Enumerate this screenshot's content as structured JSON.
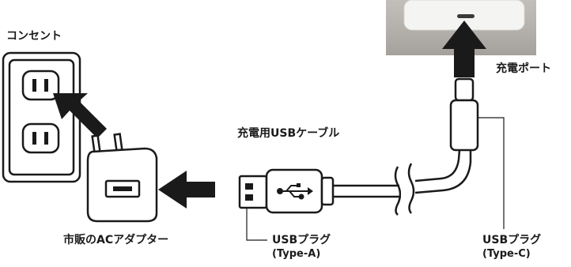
{
  "labels": {
    "outlet": "コンセント",
    "charge_port": "充電ポート",
    "cable": "充電用USBケーブル",
    "adapter": "市販のACアダプター",
    "usb_a": "USBプラグ",
    "usb_a_type": "(Type-A)",
    "usb_c": "USBプラグ",
    "usb_c_type": "(Type-C)"
  },
  "colors": {
    "line": "#1a1a1a",
    "photo_bg": "#b9b5b1",
    "device_body": "#f4f4f2"
  },
  "icons": {
    "usb_symbol": "usb-icon"
  }
}
